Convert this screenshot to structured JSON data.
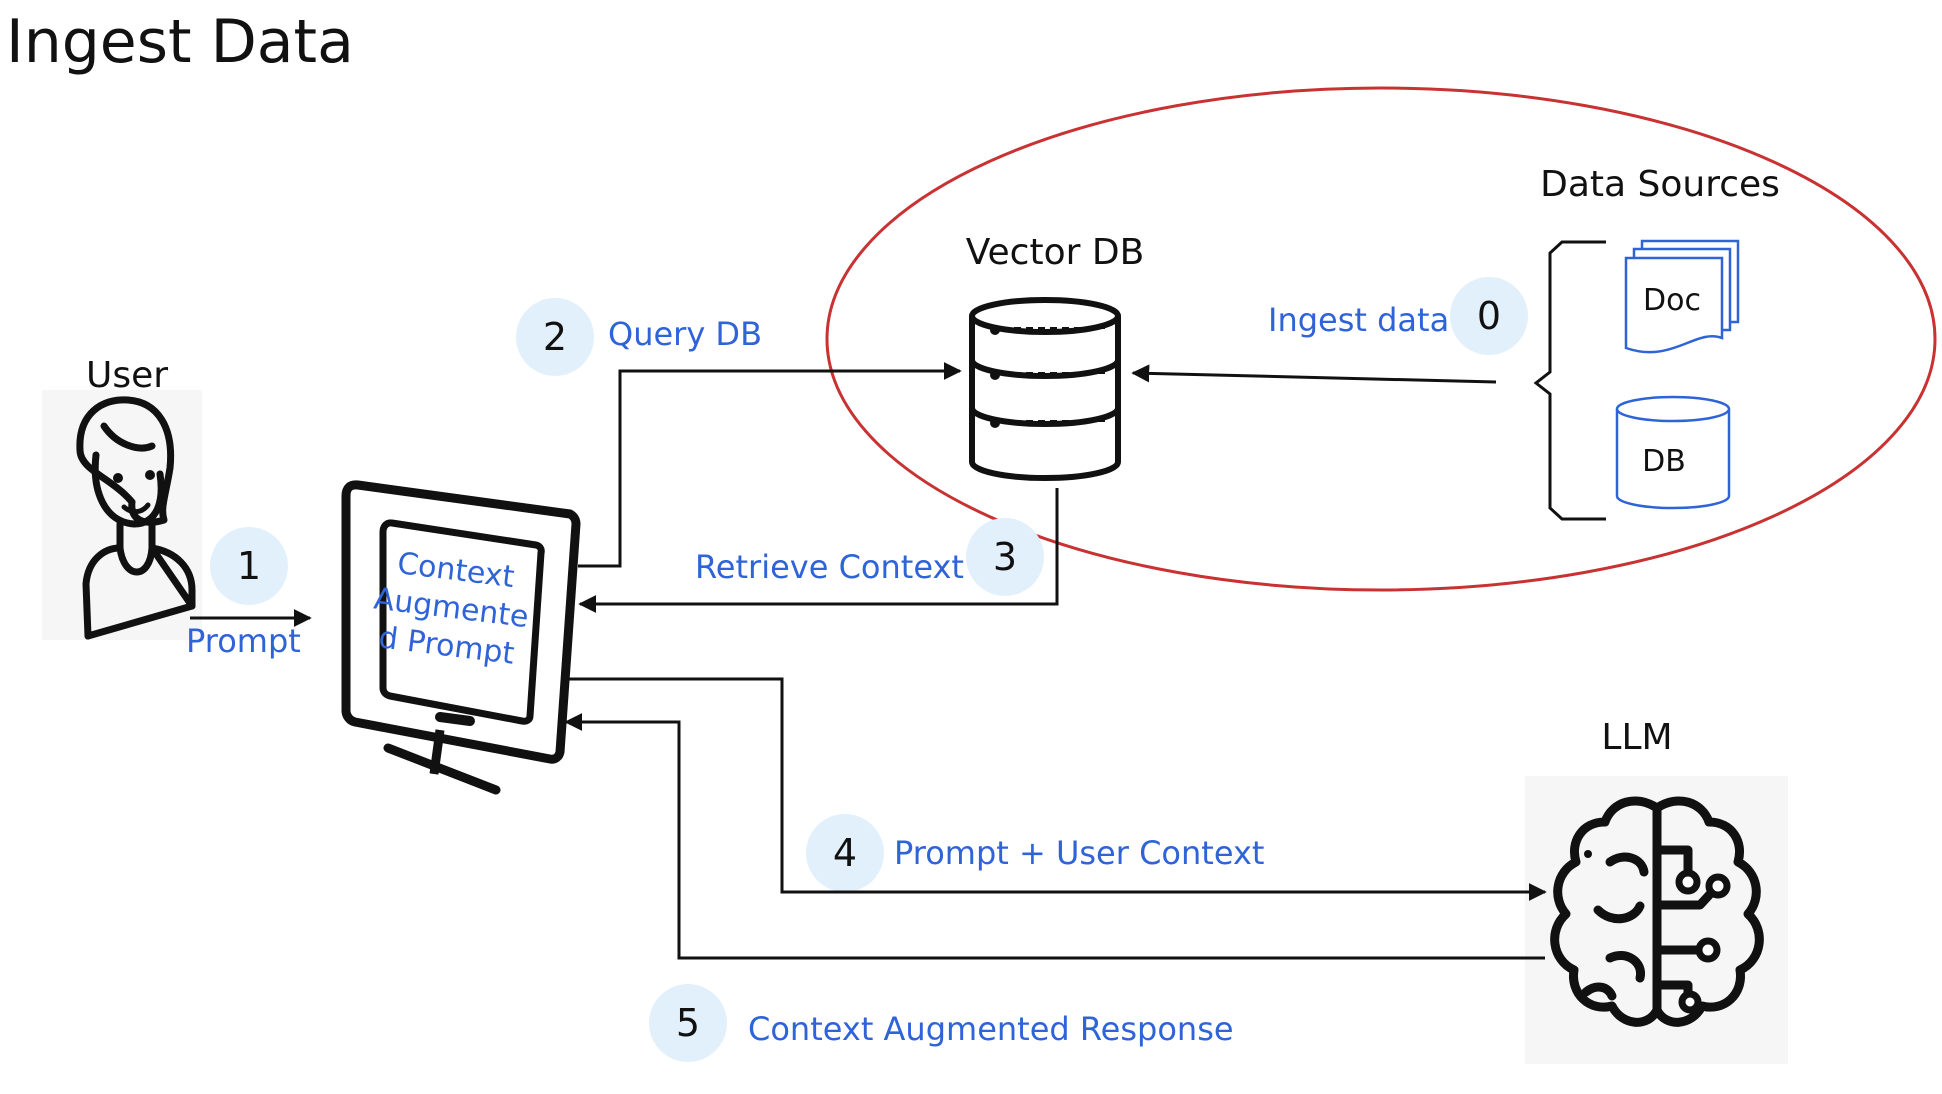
{
  "page": {
    "title": "Ingest Data"
  },
  "labels": {
    "user": "User",
    "vector_db": "Vector DB",
    "data_sources": "Data Sources",
    "llm": "LLM",
    "doc": "Doc",
    "db": "DB",
    "monitor_line1": "Context",
    "monitor_line2": "Augmente",
    "monitor_line3": "d Prompt"
  },
  "steps": [
    {
      "number": "0",
      "label": "Ingest data"
    },
    {
      "number": "1",
      "label": "Prompt"
    },
    {
      "number": "2",
      "label": "Query DB"
    },
    {
      "number": "3",
      "label": "Retrieve Context"
    },
    {
      "number": "4",
      "label": "Prompt + User Context"
    },
    {
      "number": "5",
      "label": "Context Augmented Response"
    }
  ],
  "colors": {
    "text": "#111111",
    "step_label": "#2f63d8",
    "step_badge": "#e2f0fb",
    "highlight_ellipse": "#c83232",
    "icon_line": "#111111",
    "data_source_icon": "#2f63d8"
  },
  "icons": {
    "user": "user-avatar-icon",
    "monitor": "monitor-icon",
    "vector_db": "database-server-icon",
    "doc": "document-stack-icon",
    "db": "database-cylinder-icon",
    "llm": "brain-circuit-icon"
  }
}
